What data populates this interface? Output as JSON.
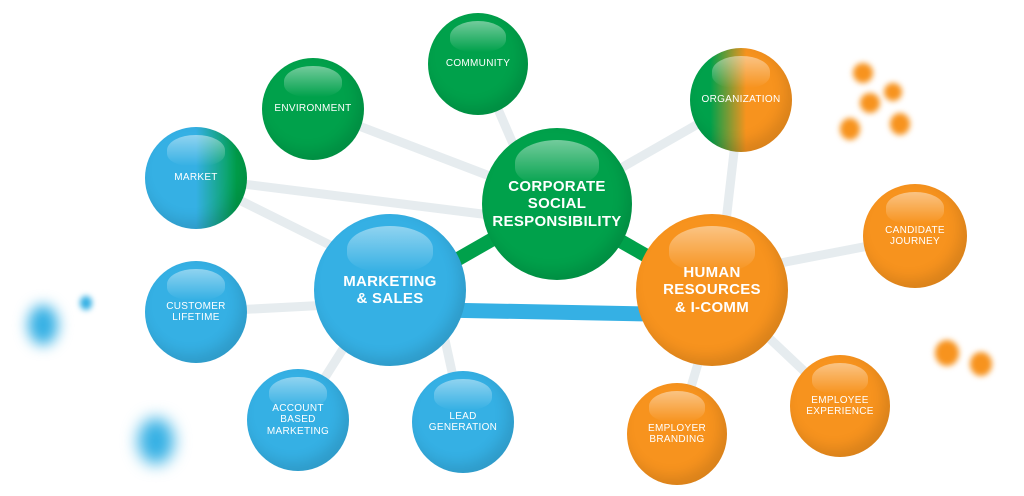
{
  "colors": {
    "green": "#00a14b",
    "blue": "#35b0e4",
    "orange": "#f7931e",
    "link": "#e6ecef"
  },
  "hubs": {
    "csr": "CORPORATE\nSOCIAL\nRESPONSIBILITY",
    "marketing": "MARKETING\n& SALES",
    "hr": "HUMAN\nRESOURCES\n& I-COMM"
  },
  "nodes": {
    "community": "COMMUNITY",
    "environment": "ENVIRONMENT",
    "organization": "ORGANIZATION",
    "market": "MARKET",
    "candidate": "CANDIDATE\nJOURNEY",
    "customer": "CUSTOMER\nLIFETIME",
    "abm": "ACCOUNT\nBASED\nMARKETING",
    "lead": "LEAD\nGENERATION",
    "branding": "EMPLOYER\nBRANDING",
    "experience": "EMPLOYEE\nEXPERIENCE"
  }
}
